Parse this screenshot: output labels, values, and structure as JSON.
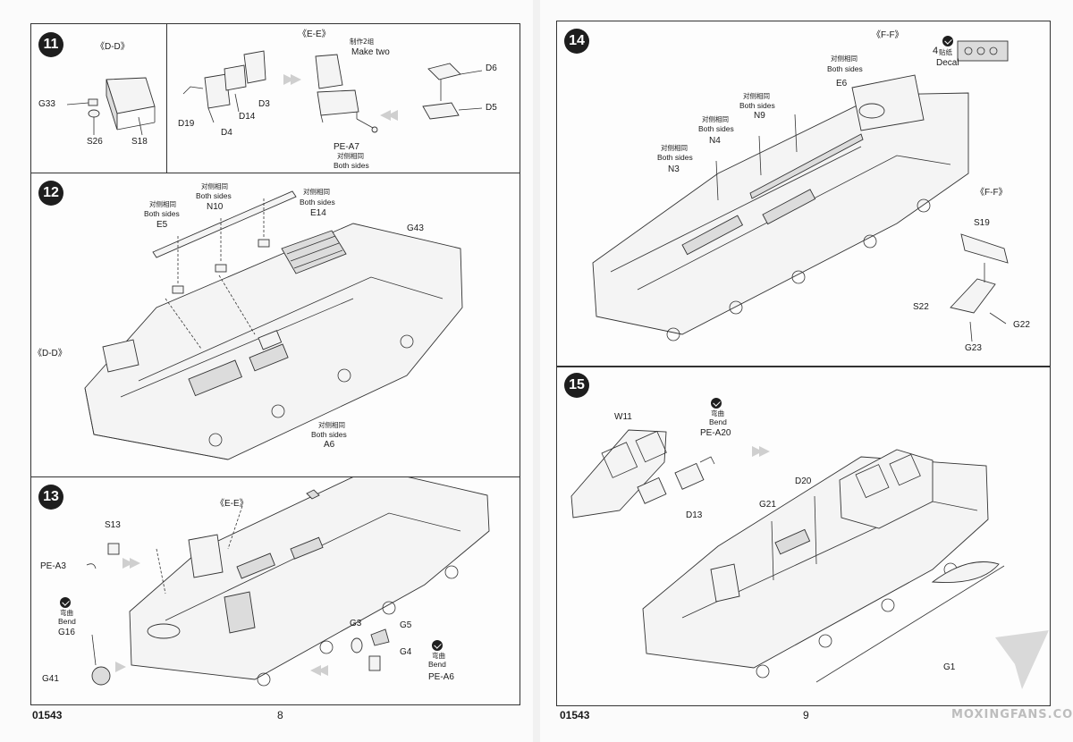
{
  "pages": {
    "left": {
      "code": "01543",
      "number": "8"
    },
    "right": {
      "code": "01543",
      "number": "9"
    }
  },
  "steps": {
    "s11": {
      "number": "11",
      "section": "《D-D》",
      "parts": {
        "g33": "G33",
        "s26": "S26",
        "s18": "S18"
      }
    },
    "s11b": {
      "section": "《E-E》",
      "make_two_cn": "制作2组",
      "make_two_en": "Make two",
      "parts": {
        "d19": "D19",
        "d4": "D4",
        "d14": "D14",
        "d3": "D3",
        "d6": "D6",
        "d5": "D5",
        "pea7": "PE-A7"
      },
      "both_sides_cn": "对侧相同",
      "both_sides_en": "Both sides"
    },
    "s12": {
      "number": "12",
      "section_ref": "《D-D》",
      "both_sides_cn": "对侧相同",
      "both_sides_en": "Both sides",
      "parts": {
        "e5": "E5",
        "n10": "N10",
        "e14": "E14",
        "g43": "G43"
      }
    },
    "s13": {
      "number": "13",
      "section_ref": "《E-E》",
      "both_sides_cn": "对侧相同",
      "both_sides_en": "Both sides",
      "bend_cn": "弯曲",
      "bend_en": "Bend",
      "parts": {
        "s13": "S13",
        "pea3": "PE-A3",
        "g16": "G16",
        "g41": "G41",
        "a6": "A6",
        "g3": "G3",
        "g5": "G5",
        "g4": "G4",
        "pea6": "PE-A6"
      }
    },
    "s14": {
      "number": "14",
      "section": "《F-F》",
      "section_ref": "《F-F》",
      "both_sides_cn": "对侧相同",
      "both_sides_en": "Both sides",
      "decal_num": "4",
      "decal_cn": "贴纸",
      "decal_en": "Decal",
      "parts": {
        "e6": "E6",
        "n9": "N9",
        "n4": "N4",
        "n3": "N3",
        "s19": "S19",
        "s22": "S22",
        "g22": "G22",
        "g23": "G23"
      }
    },
    "s15": {
      "number": "15",
      "bend_cn": "弯曲",
      "bend_en": "Bend",
      "parts": {
        "w11": "W11",
        "pea20": "PE-A20",
        "d13": "D13",
        "d20": "D20",
        "g21": "G21",
        "g1": "G1"
      }
    }
  },
  "watermark": "MOXINGFANS.COM"
}
